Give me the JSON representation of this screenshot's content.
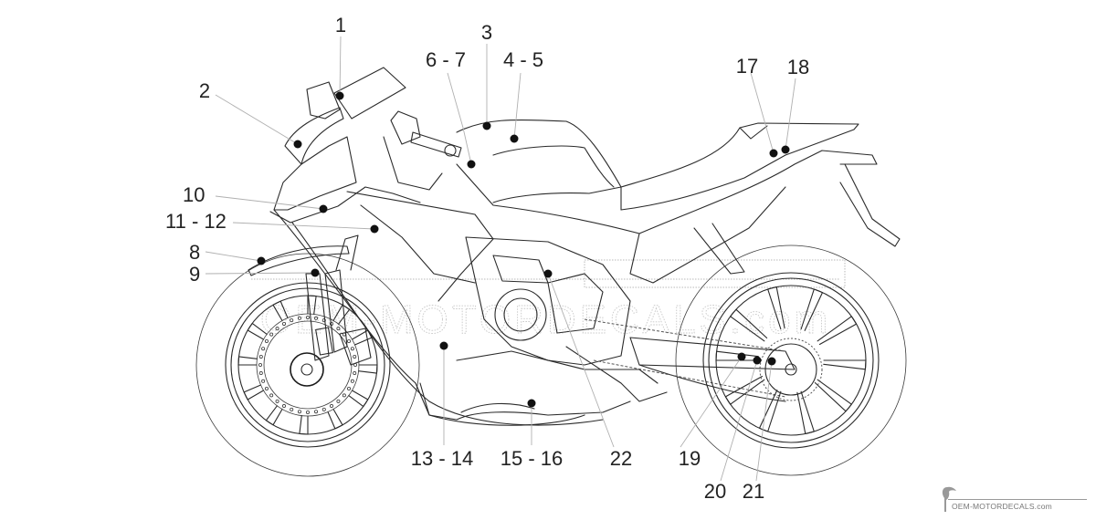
{
  "diagram": {
    "subject": "Motorcycle side view decal placement diagram",
    "watermark": "OEM-MOTORDECALS.com",
    "callouts": [
      {
        "id": "c1",
        "label": "1"
      },
      {
        "id": "c2",
        "label": "2"
      },
      {
        "id": "c3",
        "label": "3"
      },
      {
        "id": "c67",
        "label": "6 - 7"
      },
      {
        "id": "c45",
        "label": "4 - 5"
      },
      {
        "id": "c17",
        "label": "17"
      },
      {
        "id": "c18",
        "label": "18"
      },
      {
        "id": "c10",
        "label": "10"
      },
      {
        "id": "c1112",
        "label": "11 - 12"
      },
      {
        "id": "c8",
        "label": "8"
      },
      {
        "id": "c9",
        "label": "9"
      },
      {
        "id": "c1314",
        "label": "13 - 14"
      },
      {
        "id": "c1516",
        "label": "15 - 16"
      },
      {
        "id": "c22",
        "label": "22"
      },
      {
        "id": "c19",
        "label": "19"
      },
      {
        "id": "c20",
        "label": "20"
      },
      {
        "id": "c21",
        "label": "21"
      }
    ]
  },
  "logo": {
    "text": "OEM-MOTORDECALS.com",
    "icon": "toucan-bird-icon"
  }
}
